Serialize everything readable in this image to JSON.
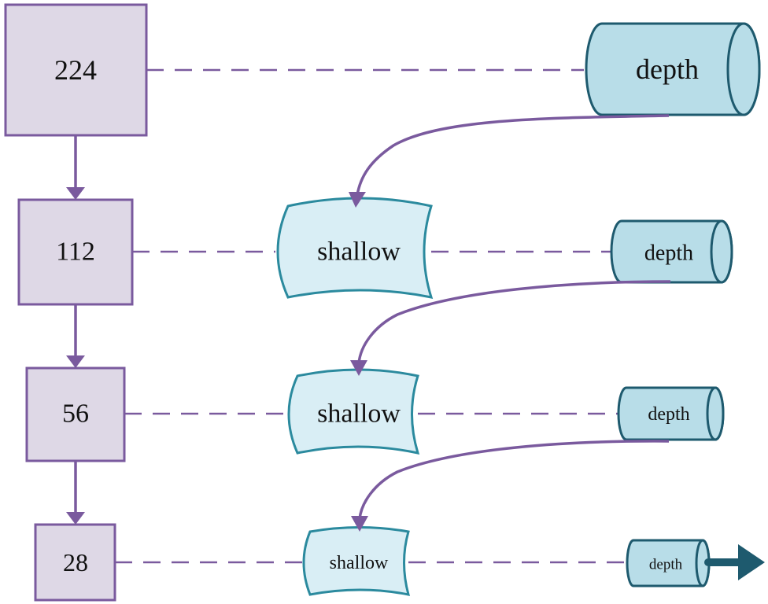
{
  "levels": [
    {
      "resolution": "224",
      "shallow": "",
      "depth": "depth"
    },
    {
      "resolution": "112",
      "shallow": "shallow",
      "depth": "depth"
    },
    {
      "resolution": "56",
      "shallow": "shallow",
      "depth": "depth"
    },
    {
      "resolution": "28",
      "shallow": "shallow",
      "depth": "depth"
    }
  ],
  "colors": {
    "resolution_fill": "#ded8e6",
    "resolution_stroke": "#7a5a9e",
    "connector": "#7a5a9e",
    "shallow_fill": "#d9eef5",
    "shallow_stroke": "#2b8a9e",
    "depth_fill": "#b8dde8",
    "depth_stroke": "#1e5a6e",
    "output_arrow": "#1e5a6e"
  }
}
